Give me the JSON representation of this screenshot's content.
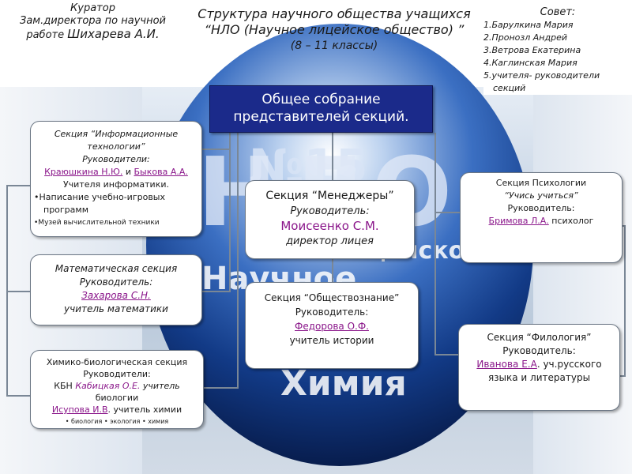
{
  "header": {
    "curator": {
      "line1": "Куратор",
      "line2": "Зам.директора по научной",
      "line3_prefix": "работе",
      "line3_name": "Шихарева А.И."
    },
    "title": {
      "line1": "Структура научного общества учащихся",
      "line2": "“НЛО (Научное лицейское общество) ”",
      "line3": "(8 – 11 классы)"
    },
    "council": {
      "title": "Совет:",
      "members": [
        "1.Барулкина Мария",
        "2.Пронозл Андрей",
        "3.Ветрова Екатерина",
        "4.Каглинская Мария",
        "5.учителя- руководители",
        "секций"
      ]
    }
  },
  "background_text": {
    "school": "Лицей №15",
    "abbr": "НЛО",
    "line1": "Научное",
    "line2": "Лицейское",
    "line3": "Химия"
  },
  "general_assembly": {
    "line1": "Общее собрание",
    "line2": "представителей секций."
  },
  "sections": {
    "it": {
      "line1": "Секция “Информационные",
      "line2": "технологии”",
      "line3": "Руководители:",
      "leader1": "Краюшкина Н.Ю.",
      "conj": "и",
      "leader2": "Быкова А.А.",
      "role": "Учителя информатики.",
      "bullets": [
        "•Написание учебно-игровых",
        "программ",
        "•Музей вычислительной техники"
      ]
    },
    "math": {
      "line1": "Математическая секция",
      "line2": "Руководитель:",
      "leader": "Захарова С.Н.",
      "role": "учитель математики"
    },
    "chembio": {
      "line1": "Химико-биологическая секция",
      "line2": "Руководители:",
      "leader1_prefix": "КБН",
      "leader1": "Кабицкая О.Е.",
      "leader1_role": "учитель",
      "leader1_role2": "биологии",
      "leader2": "Исупова И.В",
      "leader2_role": ". учитель химии",
      "topics": "• биология • экология • химия"
    },
    "managers": {
      "line1": "Секция “Менеджеры”",
      "line2": "Руководитель:",
      "leader": "Моисеенко С.М.",
      "role": "директор лицея"
    },
    "social": {
      "line1": "Секция “Обществознание”",
      "line2": "Руководитель:",
      "leader": "Федорова О.Ф.",
      "role": "учитель истории"
    },
    "psychology": {
      "line1": "Секция Психологии",
      "line2": "“Учись учиться”",
      "line3": "Руководитель:",
      "leader": "Бримова Л.А.",
      "role": "психолог"
    },
    "philology": {
      "line1": "Секция “Филология”",
      "line2": "Руководитель:",
      "leader": "Иванова Е.А",
      "role1": ". уч.русского",
      "role2": "языка и литературы"
    }
  },
  "colors": {
    "accent": "#8a168a",
    "assembly_bg": "#1b2a8a",
    "globe_dark": "#071b4a"
  }
}
